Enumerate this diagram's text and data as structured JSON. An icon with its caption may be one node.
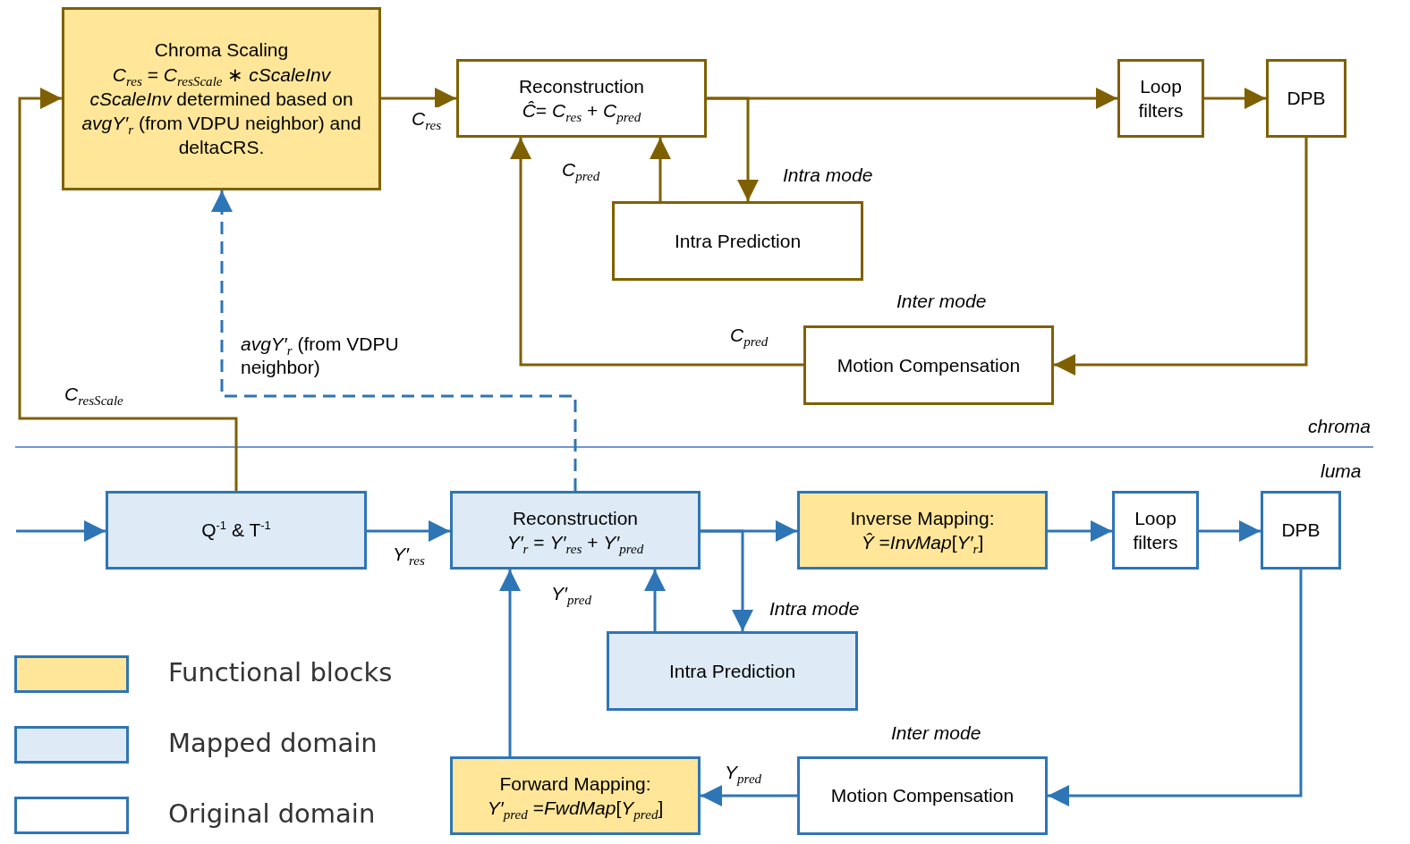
{
  "diagram": {
    "nodes": [
      {
        "text": [
          "Chroma Scaling",
          "*C*$_{res}$ = *C*$_{resScale}$ ∗ *cScaleInv*",
          "*cScaleInv* determined based on *avgY′*$_{r}$ (from VDPU neighbor) and deltaCRS."
        ]
      },
      {
        "text": [
          "Reconstruction",
          "*Ĉ*= *C*$_{res}$ + *C*$_{pred}$"
        ]
      },
      {
        "text": [
          "Loop filters"
        ]
      },
      {
        "text": [
          "DPB"
        ]
      },
      {
        "text": [
          "Intra Prediction"
        ]
      },
      {
        "text": [
          "Motion Compensation"
        ],
        "beside": [
          "*Inter mode*"
        ]
      },
      {
        "text": [
          "Q$^{-1}$ & T$^{-1}$"
        ]
      },
      {
        "text": [
          "Reconstruction",
          "*Y′*$_{r}$ = *Y′*$_{res}$ + *Y′*$_{pred}$"
        ]
      },
      {
        "text": [
          "Inverse Mapping:",
          "*Ŷ* =*InvMap*[*Y′*$_{r}$]"
        ]
      },
      {
        "text": [
          "Loop filters"
        ]
      },
      {
        "text": [
          "DPB"
        ]
      },
      {
        "text": [
          "Intra Prediction"
        ]
      },
      {
        "text": [
          "Forward Mapping:",
          "*Y′*$_{pred}$ =*FwdMap*[*Y*$_{pred}$]"
        ]
      },
      {
        "text": [
          "Motion Compensation"
        ],
        "beside": [
          "*Inter mode*"
        ]
      }
    ],
    "edges": [
      {
        "from": 0,
        "to": 1,
        "arrow": "to",
        "label": "*C*$_{res}$",
        "color": "#7f6000"
      },
      {
        "from": 1,
        "to": 2,
        "arrow": "to",
        "color": "#7f6000"
      },
      {
        "from": 2,
        "to": 3,
        "arrow": "to",
        "color": "#7f6000"
      },
      {
        "from": 3,
        "to": 5,
        "arrow": "to",
        "color": "#7f6000"
      },
      {
        "from": 5,
        "to": 1,
        "arrow": "to",
        "label": "*C*$_{pred}$",
        "color": "#7f6000"
      },
      {
        "from": 1,
        "to": 4,
        "arrow": "to",
        "label": "*Intra mode*",
        "color": "#7f6000"
      },
      {
        "from": 4,
        "to": 1,
        "arrow": "to",
        "label": "*C*$_{pred}$",
        "color": "#7f6000"
      },
      {
        "from": 6,
        "to": 0,
        "arrow": "to",
        "label": "*C*$_{resScale}$",
        "color": "#7f6000"
      },
      {
        "from": null,
        "to": 6,
        "arrow": "to"
      },
      {
        "from": 6,
        "to": 7,
        "arrow": "to",
        "label": "*Y′*$_{res}$"
      },
      {
        "from": 7,
        "to": 8,
        "arrow": "to"
      },
      {
        "from": 8,
        "to": 9,
        "arrow": "to"
      },
      {
        "from": 9,
        "to": 10,
        "arrow": "to"
      },
      {
        "from": 10,
        "to": 13,
        "arrow": "to"
      },
      {
        "from": 13,
        "to": 12,
        "arrow": "to",
        "label": "*Y*$_{pred}$"
      },
      {
        "from": 12,
        "to": 7,
        "arrow": "to"
      },
      {
        "from": 7,
        "to": 11,
        "arrow": "to",
        "label": "*Intra mode*"
      },
      {
        "from": 11,
        "to": 7,
        "arrow": "to",
        "label": "*Y′*$_{pred}$"
      },
      {
        "from": 7,
        "to": 0,
        "arrow": "to",
        "label": "*avgY′*$_{r}$ (from VDPU neighbor)",
        "style": "dashed"
      }
    ],
    "labels": [
      "*chroma*",
      "*luma*"
    ],
    "legend": [
      {
        "text": "Functional blocks",
        "color": "#ffe699"
      },
      {
        "text": "Mapped domain",
        "color": "#deebf7"
      },
      {
        "text": "Original domain",
        "color": "#ffffff"
      }
    ]
  }
}
